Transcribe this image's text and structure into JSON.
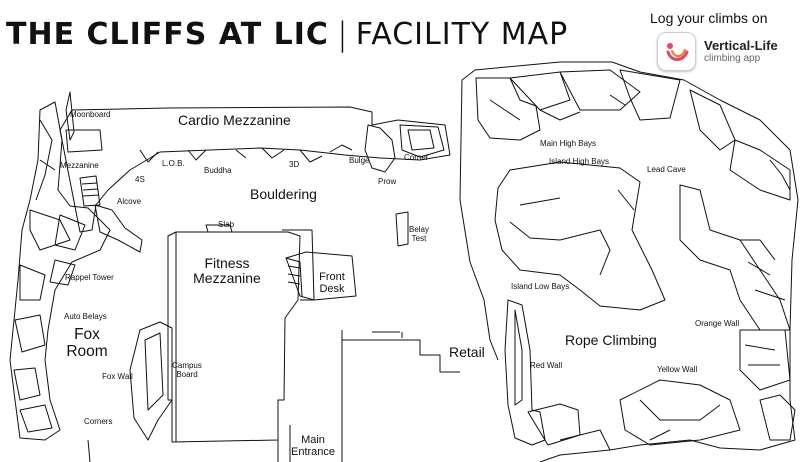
{
  "header": {
    "title_main": "THE CLIFFS AT LIC",
    "separator": "|",
    "title_sub": "FACILITY MAP"
  },
  "promo": {
    "text": "Log your climbs on",
    "app_name": "Vertical-Life",
    "app_subtitle": "climbing app",
    "icon": "vertical-life-logo-icon",
    "accent_color": "#e8436b",
    "accent_color_2": "#f07a2f"
  },
  "areas": {
    "cardio_mezzanine": "Cardio Mezzanine",
    "bouldering": "Bouldering",
    "fitness_mezzanine_l1": "Fitness",
    "fitness_mezzanine_l2": "Mezzanine",
    "front_desk_l1": "Front",
    "front_desk_l2": "Desk",
    "fox_room_l1": "Fox",
    "fox_room_l2": "Room",
    "retail": "Retail",
    "rope_climbing": "Rope Climbing",
    "main_entrance_l1": "Main",
    "main_entrance_l2": "Entrance"
  },
  "walls": {
    "moonboard": "Moonboard",
    "mezzanine": "Mezzanine",
    "four_s": "4S",
    "lob": "L.O.B.",
    "buddha": "Buddha",
    "three_d": "3D",
    "bulge": "Bulge",
    "corner": "Corner",
    "prow": "Prow",
    "alcove": "Alcove",
    "slab": "Slab",
    "belay_test_l1": "Belay",
    "belay_test_l2": "Test",
    "rappel_tower": "Rappel Tower",
    "auto_belays": "Auto Belays",
    "fox_wall": "Fox Wall",
    "corners": "Corners",
    "campus_board_l1": "Campus",
    "campus_board_l2": "Board",
    "main_high_bays": "Main High Bays",
    "island_high_bays": "Island High Bays",
    "lead_cave": "Lead Cave",
    "island_low_bays": "Island Low Bays",
    "orange_wall": "Orange Wall",
    "red_wall": "Red Wall",
    "yellow_wall": "Yellow Wall"
  }
}
